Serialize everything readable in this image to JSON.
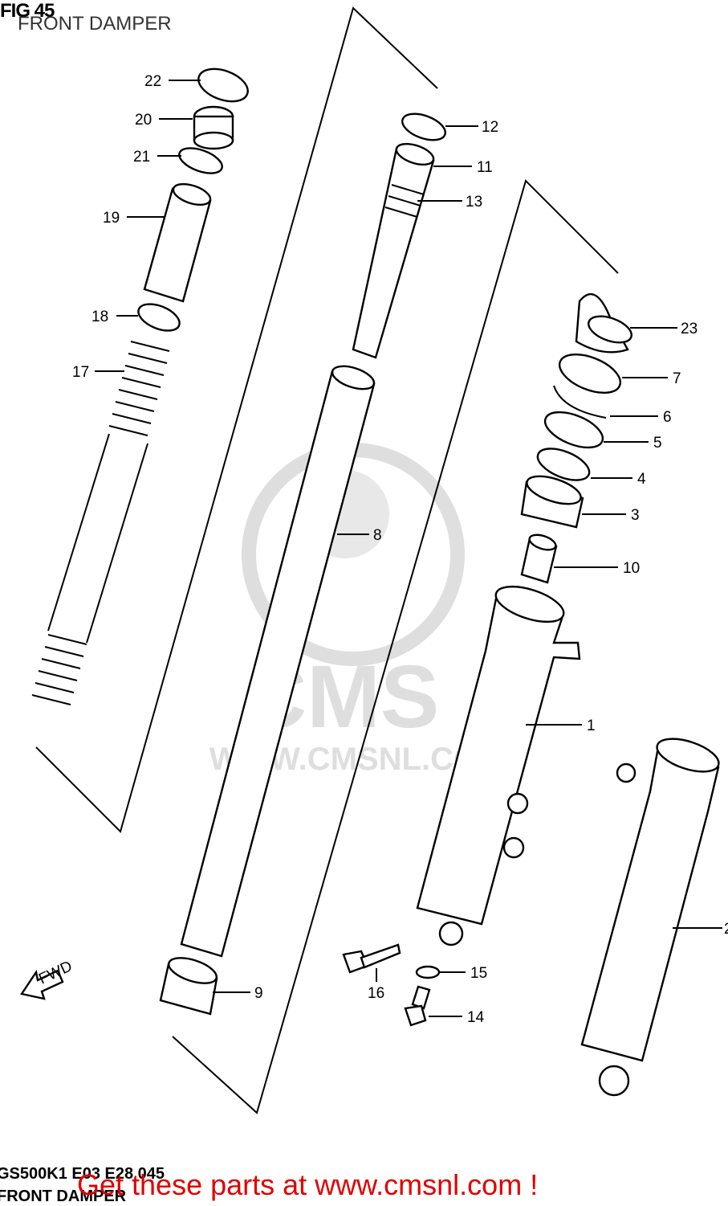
{
  "header": {
    "fig_title": "FIG 45",
    "subtitle": "FRONT DAMPER"
  },
  "footer": {
    "model_code": "GS500K1 E03 E28 045",
    "section_name": "FRONT DAMPER",
    "cta": "Get these parts at www.cmsnl.com !"
  },
  "watermark": {
    "brand": "CMS",
    "url": "WWW.CMSNL.COM"
  },
  "fwd_marker": "FWD",
  "part_labels": [
    "22",
    "20",
    "21",
    "19",
    "18",
    "17",
    "12",
    "11",
    "13",
    "8",
    "9",
    "23",
    "7",
    "6",
    "5",
    "4",
    "3",
    "10",
    "1",
    "2",
    "15",
    "16",
    "14"
  ]
}
